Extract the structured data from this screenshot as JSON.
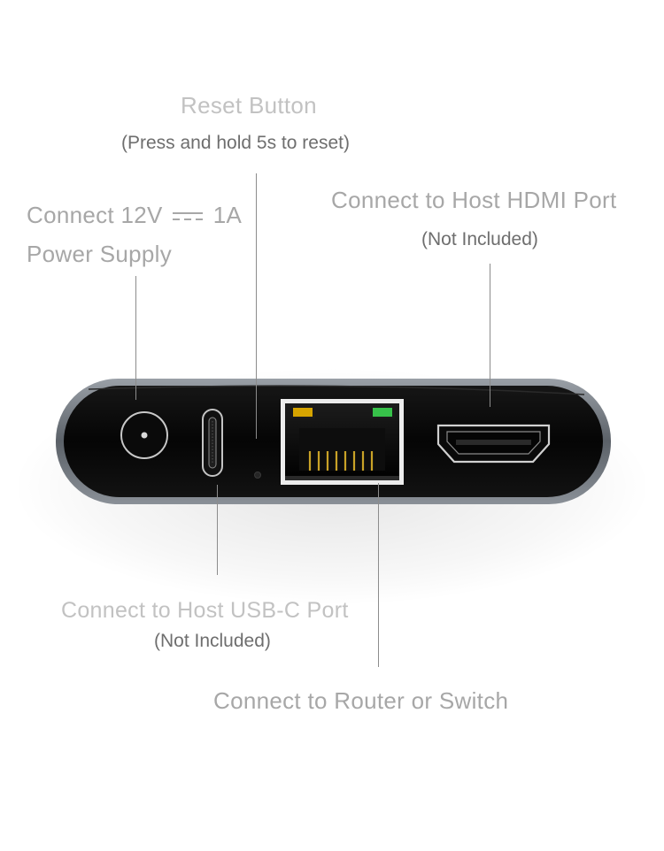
{
  "labels": {
    "reset_title": "Reset Button",
    "reset_note": "(Press and hold 5s to reset)",
    "power_line1_prefix": "Connect 12V",
    "power_line1_suffix": "1A",
    "power_line2": "Power Supply",
    "hdmi_title": "Connect to Host HDMI Port",
    "hdmi_note": "(Not Included)",
    "usbc_title": "Connect to Host USB-C Port",
    "usbc_note": "(Not Included)",
    "ethernet_title": "Connect to Router or Switch"
  },
  "icons": {
    "dc_symbol": "dc-voltage-symbol-icon"
  },
  "colors": {
    "device_body": "#0b0b0b",
    "device_rim": "#6f757d",
    "label_text": "#a7a7a7",
    "note_text": "#6e6e6e",
    "led_amber": "#d6a400",
    "led_green": "#37c24a",
    "connector_gold": "#c9a227"
  }
}
